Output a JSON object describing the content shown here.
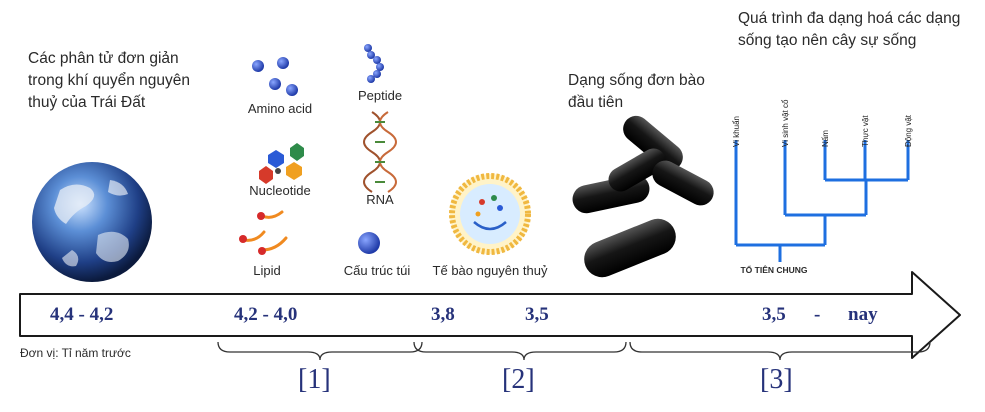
{
  "captions": {
    "earth": "Các phân tử đơn giản trong khí quyển nguyên thuỷ của Trái Đất",
    "single_cell": "Dạng sống đơn bào đầu tiên",
    "tree": "Quá trình đa dạng hoá các dạng sống tạo nên cây sự sống"
  },
  "molecules": {
    "amino_acid": "Amino acid",
    "nucleotide": "Nucleotide",
    "lipid": "Lipid",
    "peptide": "Peptide",
    "rna": "RNA",
    "vesicle": "Cấu trúc túi"
  },
  "protocell": "Tế bào nguyên thuỷ",
  "tree": {
    "taxa": [
      "Vi khuẩn",
      "Vi sinh vật cổ",
      "Nấm",
      "Thực vật",
      "Động vật"
    ],
    "root": "TỔ TIÊN CHUNG"
  },
  "timeline": {
    "ticks": [
      "4,4 - 4,2",
      "4,2 - 4,0",
      "3,8",
      "3,5",
      "3,5",
      "-",
      "nay"
    ],
    "unit": "Đơn vị: Tỉ năm trước",
    "phases": [
      "[1]",
      "[2]",
      "[3]"
    ]
  },
  "colors": {
    "tree_line": "#1e6fe0",
    "tick_text": "#26327a",
    "cell_body": "#1a1a1a"
  },
  "icons": [
    "earth-globe-icon",
    "protocell-icon",
    "bacteria-cells-icon",
    "phylogenetic-tree-icon"
  ]
}
